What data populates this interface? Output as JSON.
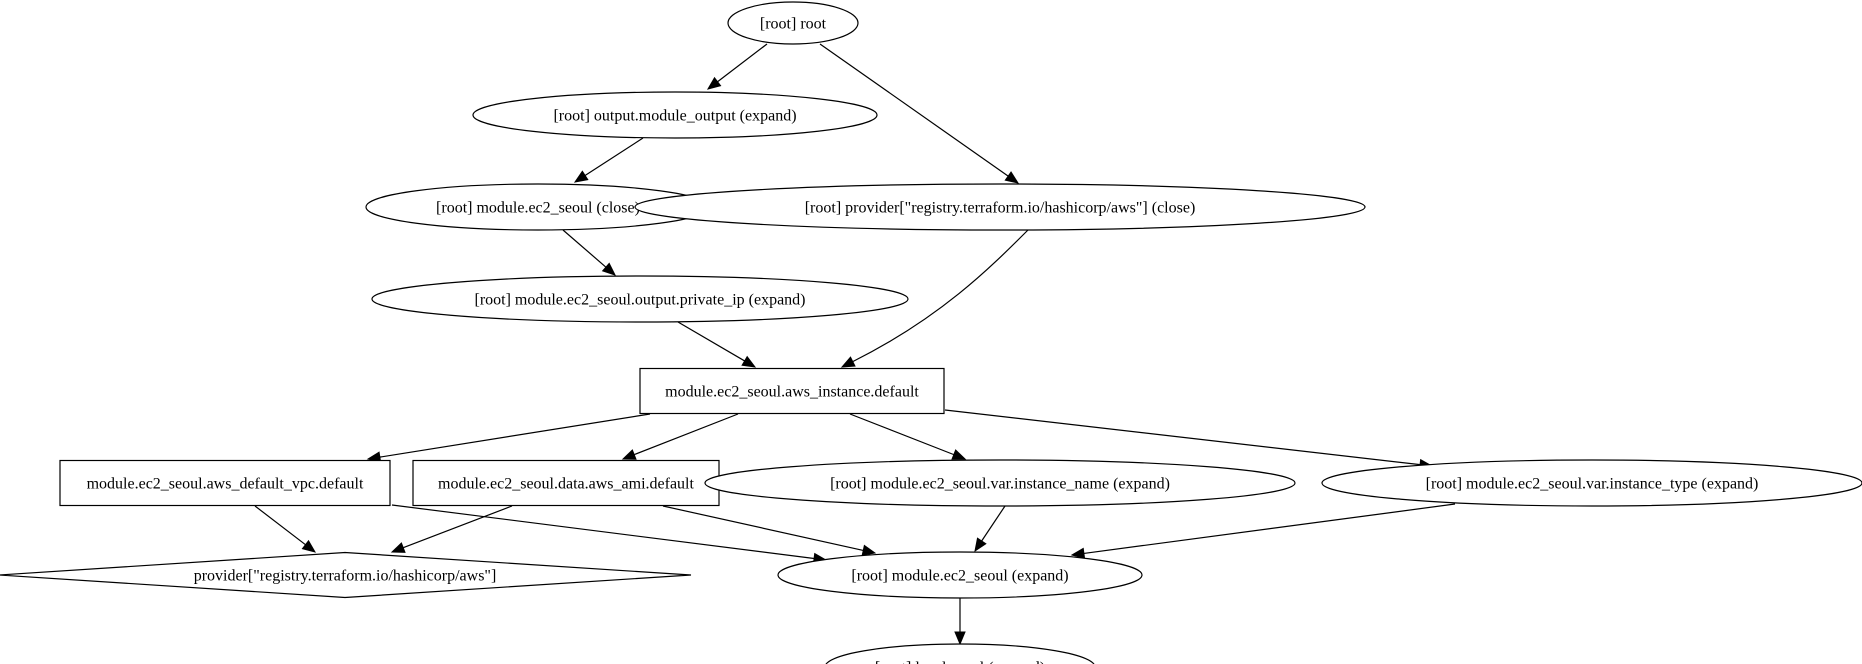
{
  "graph": {
    "nodes": [
      {
        "id": "root",
        "label": "[root] root",
        "shape": "ellipse"
      },
      {
        "id": "output",
        "label": "[root] output.module_output (expand)",
        "shape": "ellipse"
      },
      {
        "id": "mod_close",
        "label": "[root] module.ec2_seoul (close)",
        "shape": "ellipse"
      },
      {
        "id": "prov_close",
        "label": "[root] provider[\"registry.terraform.io/hashicorp/aws\"] (close)",
        "shape": "ellipse"
      },
      {
        "id": "private_ip",
        "label": "[root] module.ec2_seoul.output.private_ip (expand)",
        "shape": "ellipse"
      },
      {
        "id": "instance",
        "label": "module.ec2_seoul.aws_instance.default",
        "shape": "box"
      },
      {
        "id": "vpc",
        "label": "module.ec2_seoul.aws_default_vpc.default",
        "shape": "box"
      },
      {
        "id": "ami",
        "label": "module.ec2_seoul.data.aws_ami.default",
        "shape": "box"
      },
      {
        "id": "var_name",
        "label": "[root] module.ec2_seoul.var.instance_name (expand)",
        "shape": "ellipse"
      },
      {
        "id": "var_type",
        "label": "[root] module.ec2_seoul.var.instance_type (expand)",
        "shape": "ellipse"
      },
      {
        "id": "provider",
        "label": "provider[\"registry.terraform.io/hashicorp/aws\"]",
        "shape": "diamond"
      },
      {
        "id": "mod_expand",
        "label": "[root] module.ec2_seoul (expand)",
        "shape": "ellipse"
      },
      {
        "id": "bottom",
        "label": "[root] local.seoul (expand)",
        "shape": "ellipse"
      }
    ],
    "edges": [
      {
        "from": "root",
        "to": "output"
      },
      {
        "from": "root",
        "to": "prov_close"
      },
      {
        "from": "output",
        "to": "mod_close"
      },
      {
        "from": "mod_close",
        "to": "private_ip"
      },
      {
        "from": "private_ip",
        "to": "instance"
      },
      {
        "from": "prov_close",
        "to": "instance"
      },
      {
        "from": "instance",
        "to": "vpc"
      },
      {
        "from": "instance",
        "to": "ami"
      },
      {
        "from": "instance",
        "to": "var_name"
      },
      {
        "from": "instance",
        "to": "var_type"
      },
      {
        "from": "vpc",
        "to": "provider"
      },
      {
        "from": "vpc",
        "to": "mod_expand"
      },
      {
        "from": "ami",
        "to": "provider"
      },
      {
        "from": "ami",
        "to": "mod_expand"
      },
      {
        "from": "var_name",
        "to": "mod_expand"
      },
      {
        "from": "var_type",
        "to": "mod_expand"
      },
      {
        "from": "mod_expand",
        "to": "bottom"
      }
    ]
  }
}
